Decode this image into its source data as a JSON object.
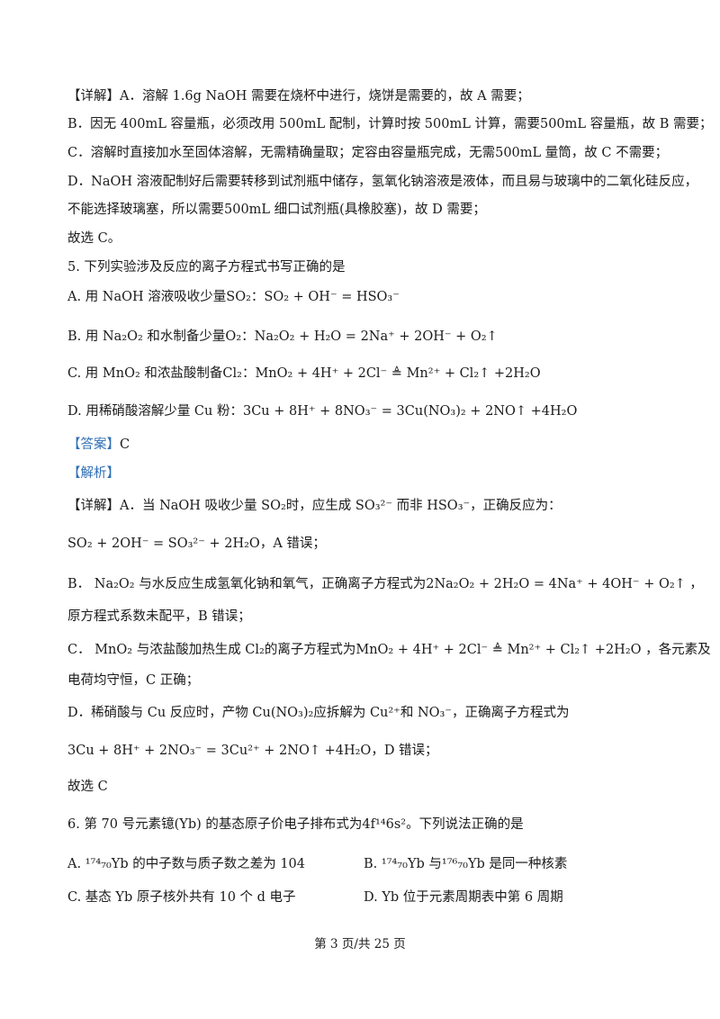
{
  "explanation_q4": {
    "bracket": "【详解】",
    "A": "A．溶解 1.6g NaOH 需要在烧杯中进行，烧饼是需要的，故 A 需要；",
    "B": "B．因无 400mL 容量瓶，必须改用 500mL 配制，计算时按 500mL 计算，需要500mL 容量瓶，故 B 需要；",
    "C": "C．溶解时直接加水至固体溶解，无需精确量取；定容由容量瓶完成，无需500mL 量筒，故 C 不需要；",
    "D1": "D．NaOH 溶液配制好后需要转移到试剂瓶中储存，氢氧化钠溶液是液体，而且易与玻璃中的二氧化硅反应，",
    "D2": "不能选择玻璃塞，所以需要500mL 细口试剂瓶(具橡胶塞)，故 D 需要；",
    "conclusion": "故选 C。"
  },
  "question5": {
    "stem": "5. 下列实验涉及反应的离子方程式书写正确的是",
    "A": "A. 用 NaOH 溶液吸收少量SO₂：SO₂ + OH⁻ = HSO₃⁻",
    "B": "B. 用 Na₂O₂ 和水制备少量O₂：Na₂O₂ + H₂O = 2Na⁺ + 2OH⁻ + O₂↑",
    "C": "C. 用 MnO₂ 和浓盐酸制备Cl₂：MnO₂ + 4H⁺ + 2Cl⁻ ≜ Mn²⁺ + Cl₂↑ +2H₂O",
    "D": "D. 用稀硝酸溶解少量 Cu 粉：3Cu + 8H⁺ + 8NO₃⁻ = 3Cu(NO₃)₂ + 2NO↑ +4H₂O",
    "answer_label": "【答案】",
    "answer": "C",
    "analysis_label": "【解析】",
    "detail_label": "【详解】",
    "detA1": "A．当 NaOH 吸收少量 SO₂时，应生成 SO₃²⁻ 而非 HSO₃⁻，正确反应为：",
    "detA2": "SO₂ + 2OH⁻ = SO₃²⁻ + 2H₂O，A 错误；",
    "detB1": "B． Na₂O₂ 与水反应生成氢氧化钠和氧气，正确离子方程式为2Na₂O₂ + 2H₂O = 4Na⁺ + 4OH⁻ + O₂↑ ，",
    "detB2": "原方程式系数未配平，B 错误；",
    "detC1": "C． MnO₂ 与浓盐酸加热生成 Cl₂的离子方程式为MnO₂ + 4H⁺ + 2Cl⁻ ≜ Mn²⁺ + Cl₂↑ +2H₂O ，各元素及",
    "detC2": "电荷均守恒，C 正确；",
    "detD1": "D．稀硝酸与 Cu 反应时，产物 Cu(NO₃)₂应拆解为 Cu²⁺和 NO₃⁻，正确离子方程式为",
    "detD2": "3Cu + 8H⁺ + 2NO₃⁻ = 3Cu²⁺ + 2NO↑ +4H₂O，D 错误；",
    "conclusion": "故选 C"
  },
  "question6": {
    "stem": "6. 第 70 号元素镱(Yb) 的基态原子价电子排布式为4f¹⁴6s²。下列说法正确的是",
    "A": "A. ¹⁷⁴₇₀Yb 的中子数与质子数之差为 104",
    "B": "B. ¹⁷⁴₇₀Yb 与¹⁷⁶₇₀Yb 是同一种核素",
    "C": "C. 基态 Yb 原子核外共有 10 个 d 电子",
    "D": "D. Yb 位于元素周期表中第 6 周期"
  },
  "footer": {
    "page": "第 3 页/共 25 页"
  }
}
